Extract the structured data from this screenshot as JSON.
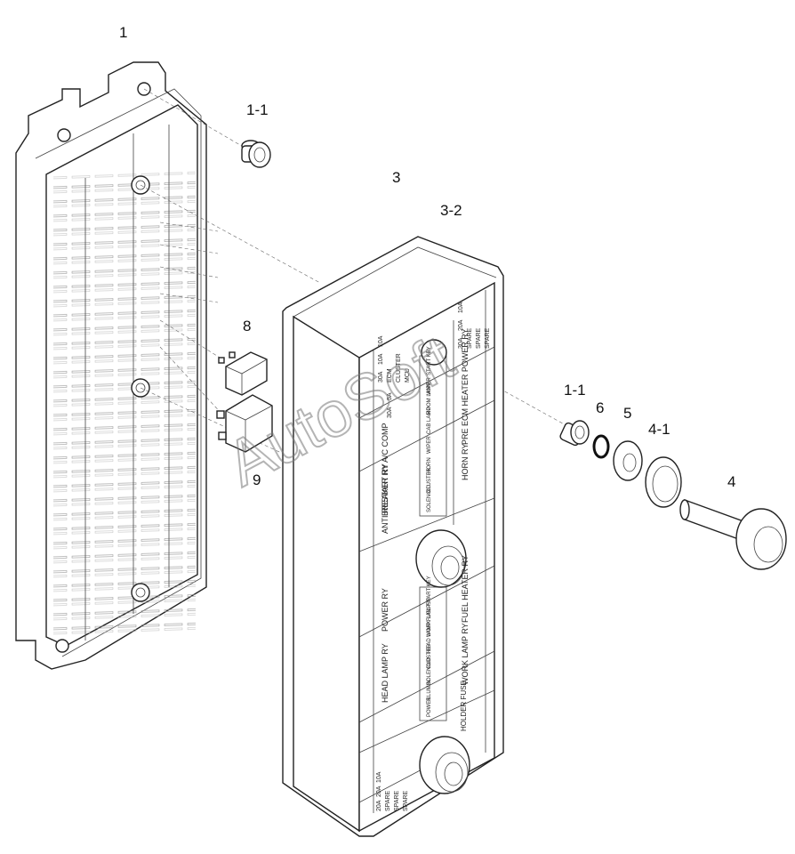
{
  "callouts": {
    "part_1": "1",
    "part_1_1_top": "1-1",
    "part_3": "3",
    "part_3_2": "3-2",
    "part_8": "8",
    "part_9": "9",
    "part_1_1_right": "1-1",
    "part_6": "6",
    "part_5": "5",
    "part_4_1": "4-1",
    "part_4": "4"
  },
  "watermark": "AutoSoft",
  "cover_labels": {
    "top_right_amps": [
      "30A",
      "20A",
      "10A"
    ],
    "top_right_names": [
      "SPARE",
      "SPARE",
      "SPARE"
    ],
    "top_left_amps": [
      "30A",
      "10A",
      "10A"
    ],
    "top_left_names": [
      "ECM",
      "CLUSTER",
      "MCU"
    ],
    "mid_amps": [
      "30A",
      "5A"
    ],
    "relays_left": [
      "A/C COMP",
      "BREAKER RY",
      "ANTI RESTART RY",
      "POWER RY",
      "HEAD LAMP RY"
    ],
    "relays_right": [
      "PRE ECM HEATER POWER RY",
      "HORN RY",
      "FUEL HEATER RY",
      "WORK LAMP RY"
    ],
    "fuse_column_1": [
      "SOLENOID",
      "CLUSTER",
      "HORN",
      "WIPER",
      "CAB LAMP",
      "ROOM LAMP",
      "WIPER",
      "START KEY"
    ],
    "fuse_column_2": [
      "POWER",
      "ILLUMIN",
      "SOLENOID",
      "CLUSTER",
      "HEAD LAMP",
      "WORK LAMP",
      "FUEL F/P",
      "START KEY"
    ],
    "holder_fuse": "HOLDER FUSE",
    "bottom_amps": [
      "20A",
      "20A",
      "10A"
    ],
    "bottom_names": [
      "SPARE",
      "SPARE",
      "SPARE"
    ]
  }
}
